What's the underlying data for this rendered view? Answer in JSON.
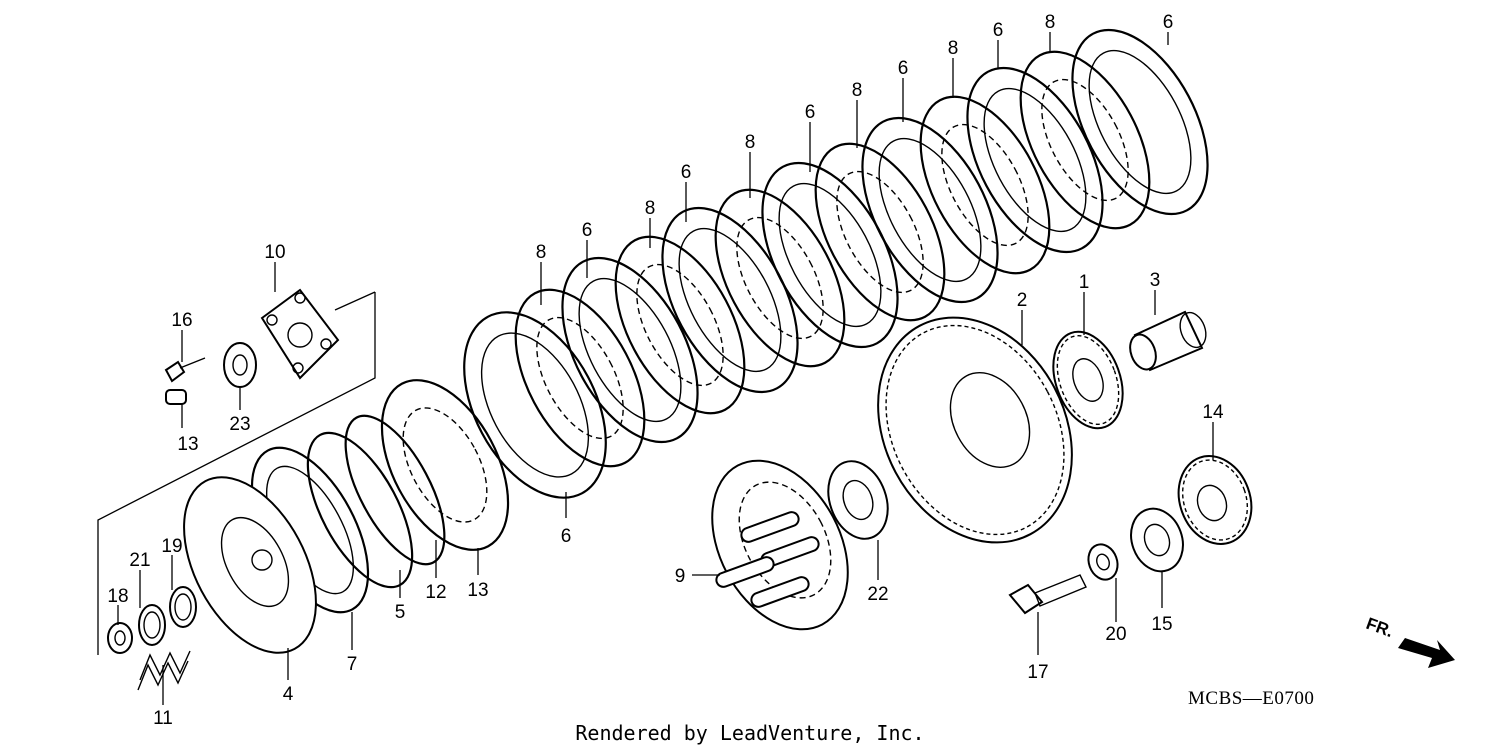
{
  "diagram": {
    "code": "MCBS—E0700",
    "credit": "Rendered by LeadVenture, Inc.",
    "direction_label": "FR.",
    "callouts": [
      "6",
      "8",
      "6",
      "8",
      "6",
      "8",
      "6",
      "8",
      "6",
      "8",
      "6",
      "8",
      "6",
      "6",
      "8",
      "2",
      "1",
      "3",
      "10",
      "16",
      "23",
      "13",
      "12",
      "5",
      "7",
      "4",
      "21",
      "19",
      "18",
      "11",
      "9",
      "22",
      "14",
      "20",
      "15",
      "17",
      "6"
    ]
  }
}
